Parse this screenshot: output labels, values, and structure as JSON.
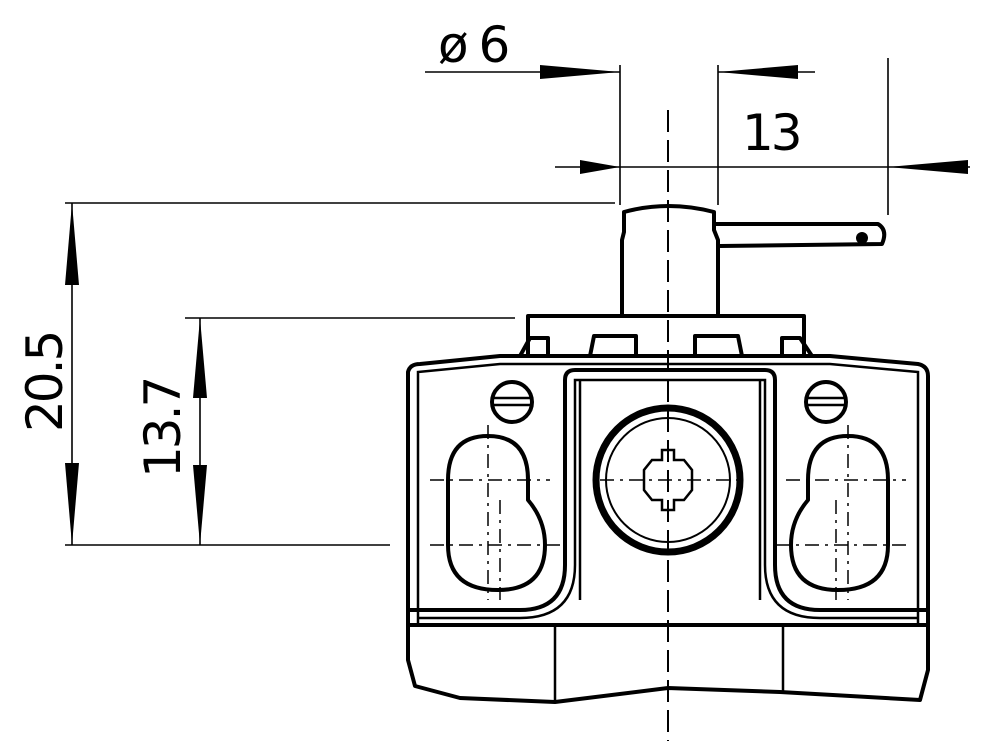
{
  "dimensions": {
    "diameter": "ø 6",
    "lever_offset": "13",
    "total_height": "20.5",
    "body_height": "13.7"
  }
}
